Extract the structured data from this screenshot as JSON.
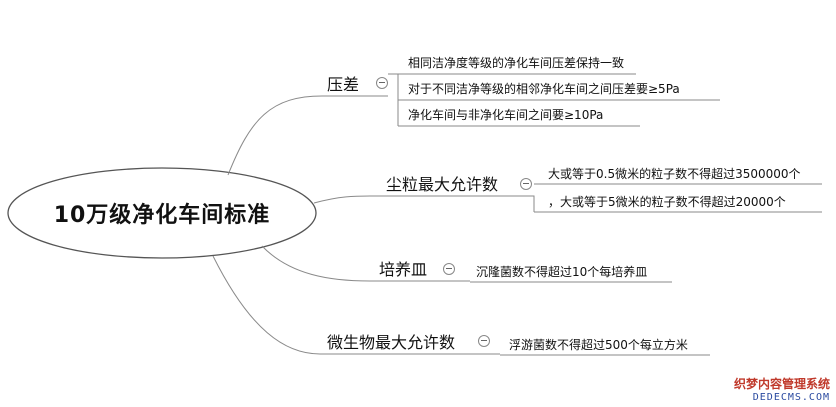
{
  "root": {
    "title": "10万级净化车间标准"
  },
  "branches": [
    {
      "label": "压差",
      "leaves": [
        "相同洁净度等级的净化车间压差保持一致",
        "对于不同洁净等级的相邻净化车间之间压差要≥5Pa",
        "净化车间与非净化车间之间要≥10Pa"
      ]
    },
    {
      "label": "尘粒最大允许数",
      "leaves": [
        "大或等于0.5微米的粒子数不得超过3500000个",
        "，大或等于5微米的粒子数不得超过20000个"
      ]
    },
    {
      "label": "培养皿",
      "leaves": [
        "沉隆菌数不得超过10个每培养皿"
      ]
    },
    {
      "label": "微生物最大允许数",
      "leaves": [
        "浮游菌数不得超过500个每立方米"
      ]
    }
  ],
  "watermark": {
    "line1": "织梦内容管理系统",
    "line2": "DEDECMS.COM"
  }
}
